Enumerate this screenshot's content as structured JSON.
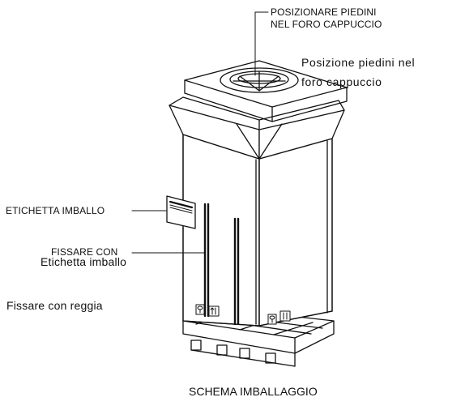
{
  "labels": {
    "top_callout_line1": "POSIZIONARE PIEDINI",
    "top_callout_line2": "NEL FORO CAPPUCCIO",
    "top_translation_line1": "Posizione piedini nel",
    "top_translation_line2": "foro cappuccio",
    "label_callout": "ETICHETTA IMBALLO",
    "strap_callout": "FISSARE CON",
    "label_translation": "Etichetta imballo",
    "strap_translation": "Fissare con reggia",
    "caption": "SCHEMA IMBALLAGGIO"
  }
}
